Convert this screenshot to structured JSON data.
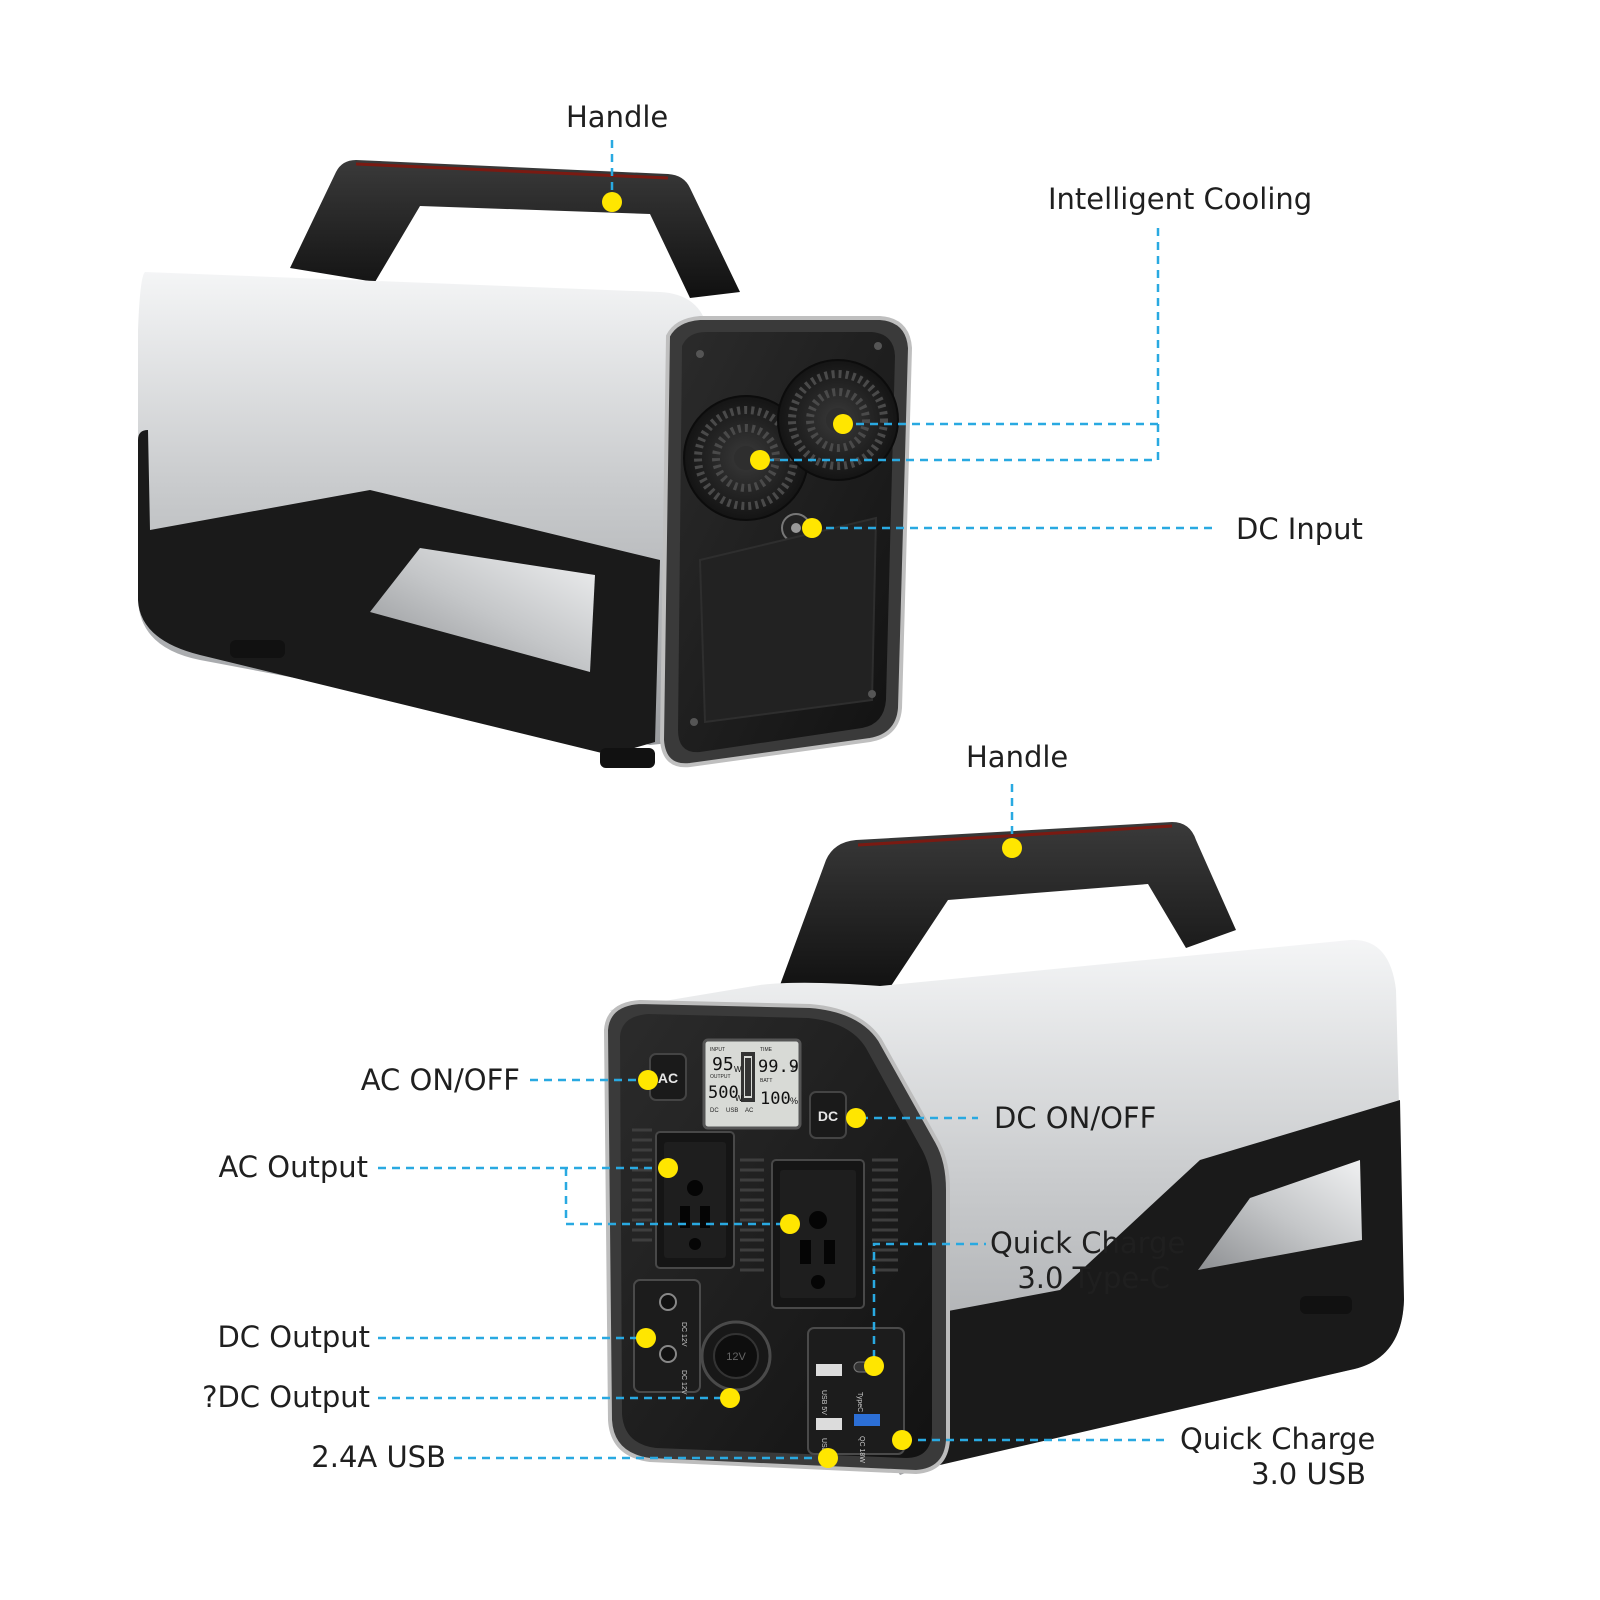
{
  "colors": {
    "callout_line": "#29a9e1",
    "callout_dot": "#ffe600",
    "silver": "#c9cbcd",
    "body_black": "#1c1c1c",
    "accent_red": "#7a1a12"
  },
  "top_view": {
    "labels": {
      "handle": "Handle",
      "intelligent_cooling": "Intelligent Cooling",
      "dc_input": "DC Input"
    }
  },
  "bottom_view": {
    "labels": {
      "handle": "Handle",
      "ac_on_off": "AC ON/OFF",
      "dc_on_off": "DC ON/OFF",
      "ac_output": "AC Output",
      "quick_charge_typec_line1": "Quick Charge",
      "quick_charge_typec_line2": "3.0 Type-C",
      "dc_output": "DC Output",
      "dc_output_2": "?DC Output",
      "usb_24a": "2.4A USB",
      "quick_charge_usb_line1": "Quick Charge",
      "quick_charge_usb_line2": "3.0 USB"
    },
    "panel_text": {
      "ac_button": "AC",
      "dc_button": "DC",
      "lcd_input_w": "95",
      "lcd_output_w": "500",
      "lcd_time": "99.9",
      "lcd_batt": "100",
      "lcd_unit_w": "W",
      "lcd_unit_h": "H",
      "lcd_unit_pct": "%",
      "lcd_tag_input": "INPUT",
      "lcd_tag_output": "OUTPUT",
      "lcd_tag_time": "TIME",
      "lcd_tag_batt": "BATT",
      "lcd_tag_dc": "DC",
      "lcd_tag_usb": "USB",
      "lcd_tag_ac": "AC",
      "dc12v_a": "DC 12V",
      "dc12v_b": "DC 12V",
      "car_socket": "12V",
      "usb5v_a": "USB 5V",
      "usb5v_b": "USB 5V",
      "typec": "TypeC",
      "qc18w": "QC 18W"
    }
  }
}
